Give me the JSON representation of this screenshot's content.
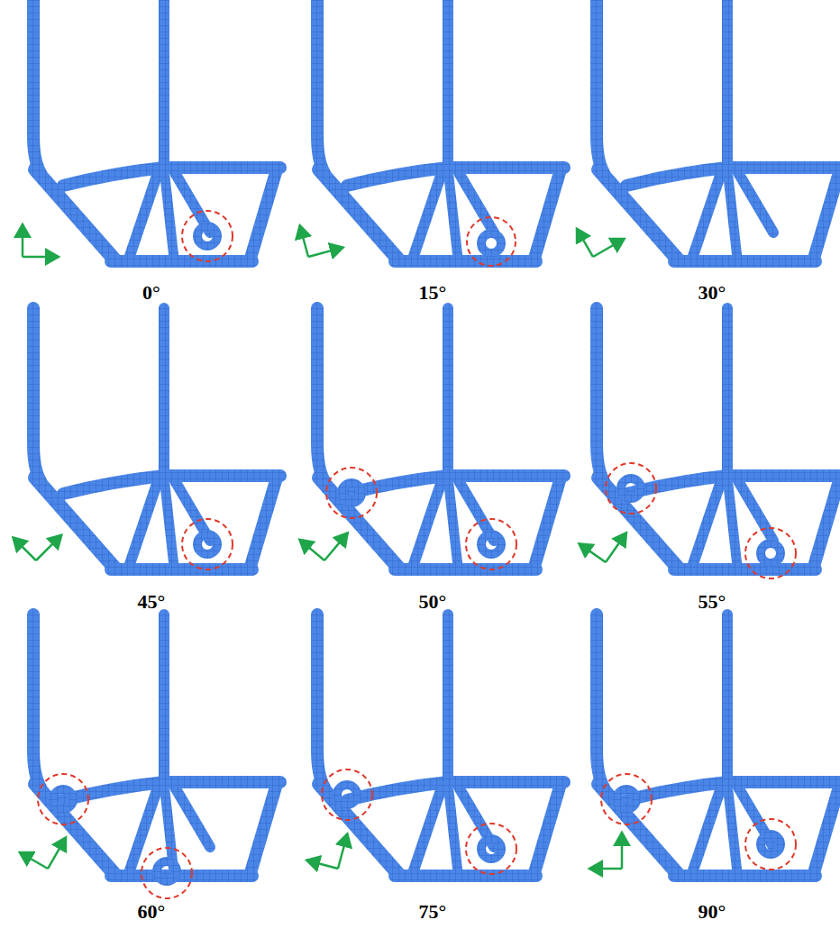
{
  "diagram": {
    "labels": [
      "0°",
      "15°",
      "30°",
      "45°",
      "50°",
      "55°",
      "60°",
      "75°",
      "90°"
    ]
  }
}
